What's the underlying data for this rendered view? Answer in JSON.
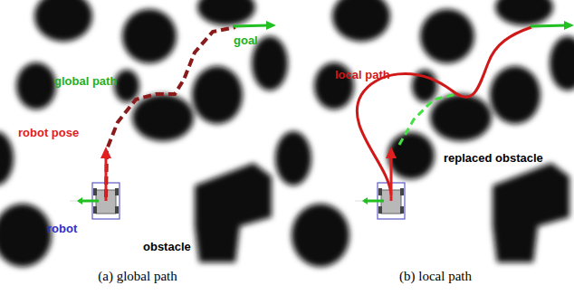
{
  "diagram": {
    "labels": [
      "goal",
      "global path",
      "robot pose",
      "robot",
      "obstacle",
      "local path",
      "replaced obstacle",
      "(a) global path",
      "(b) local path"
    ]
  }
}
